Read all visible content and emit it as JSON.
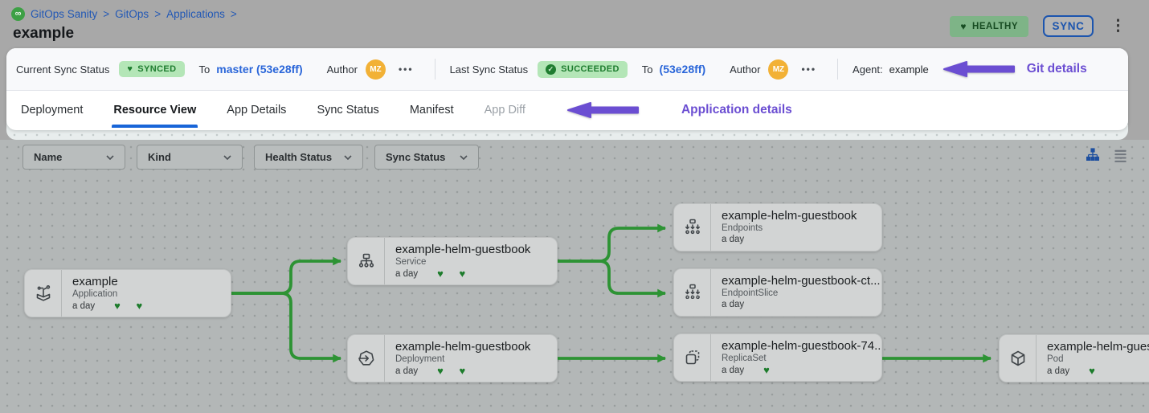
{
  "icons": {
    "heart": "♥",
    "check": "✓",
    "ellipsis": "•••",
    "kebab": "⋮",
    "logo_glyph": "∞"
  },
  "breadcrumb": {
    "separator": ">",
    "items": [
      "GitOps Sanity",
      "GitOps",
      "Applications"
    ]
  },
  "page": {
    "title": "example"
  },
  "header": {
    "health_badge": "HEALTHY",
    "sync_button": "SYNC"
  },
  "status_bar": {
    "current": {
      "label": "Current Sync Status",
      "badge": "SYNCED",
      "to": "To",
      "revision": "master (53e28ff)",
      "author_label": "Author",
      "author_initials": "MZ"
    },
    "last": {
      "label": "Last Sync Status",
      "badge": "SUCCEEDED",
      "to": "To",
      "revision": "(53e28ff)",
      "author_label": "Author",
      "author_initials": "MZ"
    },
    "agent": {
      "label": "Agent:",
      "value": "example"
    },
    "annotation": "Git details"
  },
  "tabs": {
    "items": [
      "Deployment",
      "Resource View",
      "App Details",
      "Sync Status",
      "Manifest",
      "App Diff"
    ],
    "active": "Resource View",
    "annotation": "Application details"
  },
  "filters": {
    "items": [
      "Name",
      "Kind",
      "Health Status",
      "Sync Status"
    ]
  },
  "graph": {
    "nodes": [
      {
        "title": "example",
        "kind": "Application",
        "age": "a day",
        "hearts": "♥ ♥"
      },
      {
        "title": "example-helm-guestbook",
        "kind": "Service",
        "age": "a day",
        "hearts": "♥ ♥"
      },
      {
        "title": "example-helm-guestbook",
        "kind": "Endpoints",
        "age": "a day",
        "hearts": ""
      },
      {
        "title": "example-helm-guestbook-ct...",
        "kind": "EndpointSlice",
        "age": "a day",
        "hearts": ""
      },
      {
        "title": "example-helm-guestbook",
        "kind": "Deployment",
        "age": "a day",
        "hearts": "♥ ♥"
      },
      {
        "title": "example-helm-guestbook-74...",
        "kind": "ReplicaSet",
        "age": "a day",
        "hearts": "♥"
      },
      {
        "title": "example-helm-guestbook",
        "kind": "Pod",
        "age": "a day",
        "hearts": "♥"
      }
    ]
  },
  "colors": {
    "accent_purple": "#6b4ed2",
    "edge_green": "#2d9334",
    "badge_green_bg": "#b4e6b7",
    "badge_green_text": "#1f7d30",
    "link_blue": "#2a66d9",
    "tab_active_blue": "#1865d8",
    "avatar_orange": "#f2b136",
    "healthy_badge_bg": "#7eb487"
  }
}
